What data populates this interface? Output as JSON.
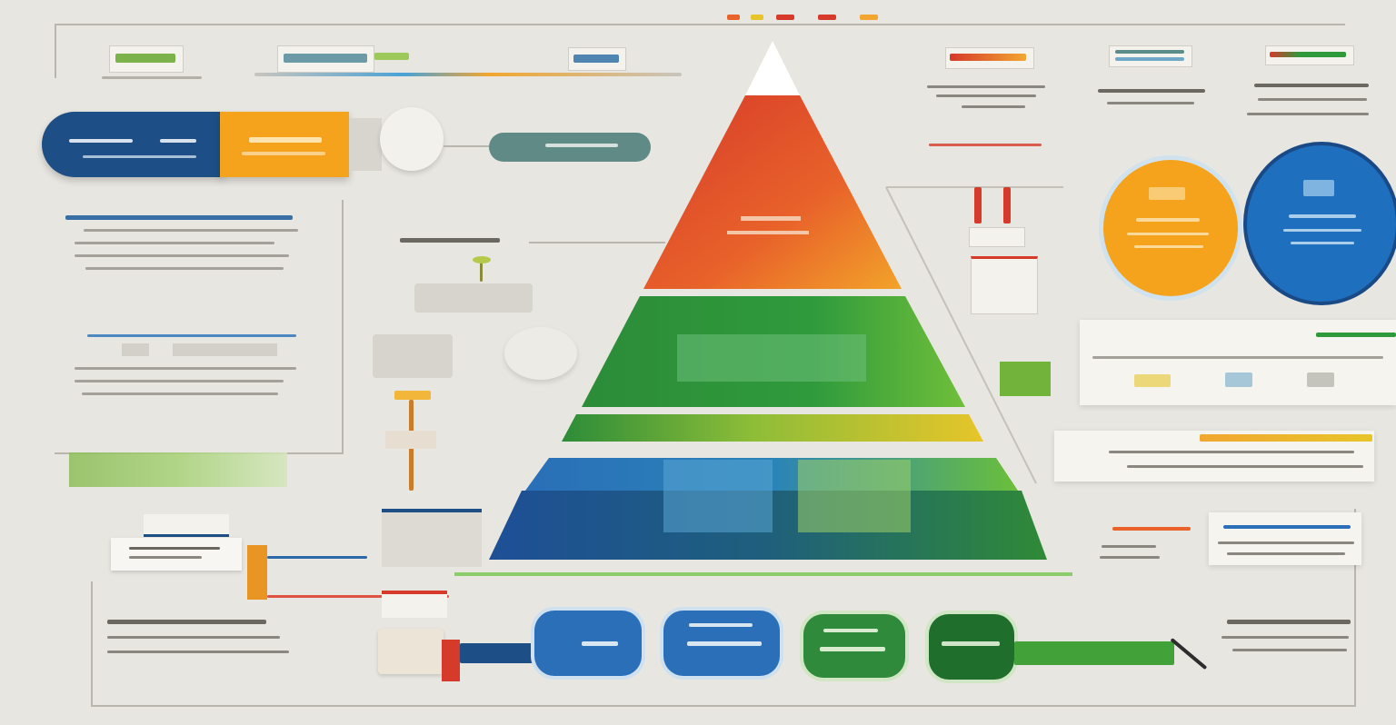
{
  "colors": {
    "background": "#e8e6e0",
    "navy": "#1d4f86",
    "orange": "#f5a21c",
    "red": "#d63a2a",
    "green": "#2f9a3c",
    "dark_green": "#1f6e2c",
    "blue": "#2a6fb8",
    "yellow": "#e7c52a",
    "teal": "#5a8d8a"
  },
  "pyramid": {
    "tiers": [
      {
        "level": 1,
        "color": "#d63a2a"
      },
      {
        "level": 2,
        "color": "#2f9a3c"
      },
      {
        "level": 3,
        "color": "#e7c52a"
      },
      {
        "level": 4,
        "color": "#2a6fb8"
      }
    ]
  },
  "bottom_nodes": [
    {
      "color": "#2a6fb8"
    },
    {
      "color": "#2a6fb8"
    },
    {
      "color": "#2f9a3c"
    },
    {
      "color": "#1f6e2c"
    }
  ],
  "circles": [
    {
      "color": "#f5a21c"
    },
    {
      "color": "#1f6fbf"
    }
  ],
  "icons": [
    "flag-icon",
    "plant-icon",
    "arrow-icon"
  ]
}
